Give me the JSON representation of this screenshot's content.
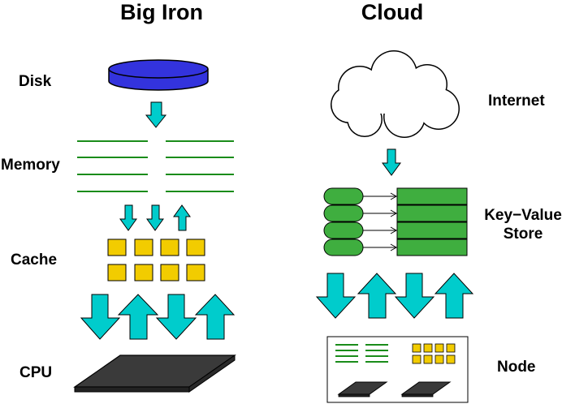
{
  "titles": {
    "left": "Big Iron",
    "right": "Cloud"
  },
  "left_labels": {
    "disk": "Disk",
    "memory": "Memory",
    "cache": "Cache",
    "cpu": "CPU"
  },
  "right_labels": {
    "internet": "Internet",
    "kv_line1": "Key−Value",
    "kv_line2": "Store",
    "node": "Node"
  },
  "colors": {
    "disk": "#3333dd",
    "arrow": "#00cccc",
    "memory": "#1a8c1a",
    "cache": "#f2cc00",
    "chip": "#3a3a3a",
    "kv": "#3fae3f"
  }
}
